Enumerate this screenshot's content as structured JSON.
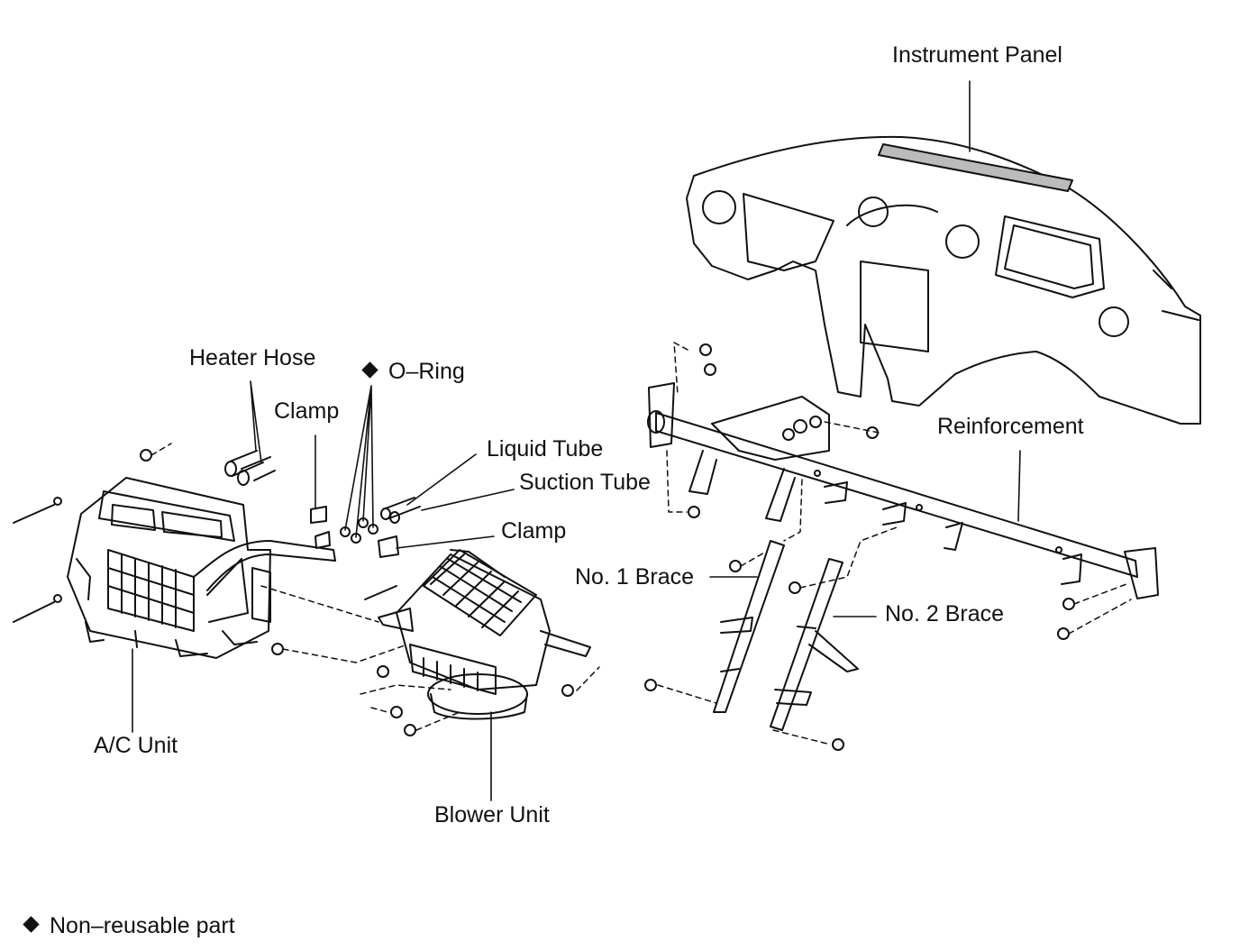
{
  "labels": {
    "instrument_panel": "Instrument Panel",
    "heater_hose": "Heater Hose",
    "o_ring": "O–Ring",
    "clamp_upper": "Clamp",
    "liquid_tube": "Liquid Tube",
    "suction_tube": "Suction Tube",
    "clamp_lower": "Clamp",
    "reinforcement": "Reinforcement",
    "no1_brace": "No. 1 Brace",
    "no2_brace": "No. 2 Brace",
    "ac_unit": "A/C Unit",
    "blower_unit": "Blower Unit"
  },
  "legend": {
    "symbol": "diamond",
    "text": "Non–reusable part"
  },
  "colors": {
    "ink": "#111111",
    "paper": "#ffffff"
  }
}
